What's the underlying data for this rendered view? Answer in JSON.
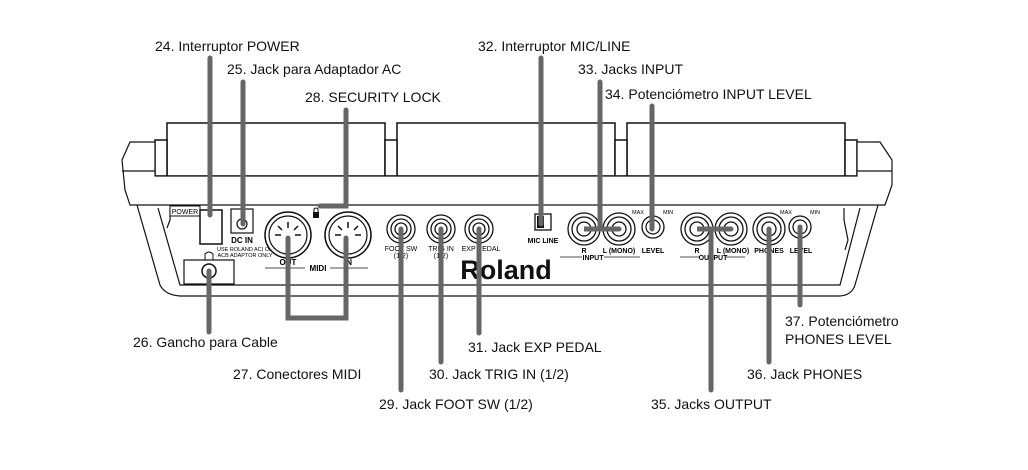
{
  "diagram": {
    "brand": "Roland",
    "callouts": [
      {
        "id": "24",
        "label": "24. Interruptor POWER"
      },
      {
        "id": "25",
        "label": "25. Jack para Adaptador AC"
      },
      {
        "id": "26",
        "label": "26. Gancho para Cable"
      },
      {
        "id": "27",
        "label": "27. Conectores MIDI"
      },
      {
        "id": "28",
        "label": "28. SECURITY LOCK"
      },
      {
        "id": "29",
        "label": "29. Jack FOOT SW (1/2)"
      },
      {
        "id": "30",
        "label": "30. Jack TRIG IN (1/2)"
      },
      {
        "id": "31",
        "label": "31. Jack EXP PEDAL"
      },
      {
        "id": "32",
        "label": "32. Interruptor MIC/LINE"
      },
      {
        "id": "33",
        "label": "33. Jacks INPUT"
      },
      {
        "id": "34",
        "label": "34. Potenciómetro INPUT LEVEL"
      },
      {
        "id": "35",
        "label": "35. Jacks OUTPUT"
      },
      {
        "id": "36",
        "label": "36. Jack PHONES"
      },
      {
        "id": "37a",
        "label": "37. Potenciómetro"
      },
      {
        "id": "37b",
        "label": "PHONES LEVEL"
      }
    ],
    "panel_labels": {
      "power": "POWER",
      "dc_in": "DC IN",
      "adaptor_1": "USE ROLAND  ACI OR",
      "adaptor_2": "ACB  ADAPTOR ONLY",
      "midi_out": "OUT",
      "midi_in": "IN",
      "midi": "MIDI",
      "foot_sw": "FOOT SW",
      "foot_sw_sub": "(1/2)",
      "trig_in": "TRIG IN",
      "trig_in_sub": "(1/2)",
      "exp_pedal": "EXP PEDAL",
      "mic_line": "MIC  LINE",
      "input_r": "R",
      "input_l": "L (MONO)",
      "input_level": "LEVEL",
      "input": "INPUT",
      "max": "MAX",
      "min": "MIN",
      "output_r": "R",
      "output_l": "L (MONO)",
      "output": "OUTPUT",
      "phones": "PHONES",
      "phones_level": "LEVEL"
    }
  }
}
